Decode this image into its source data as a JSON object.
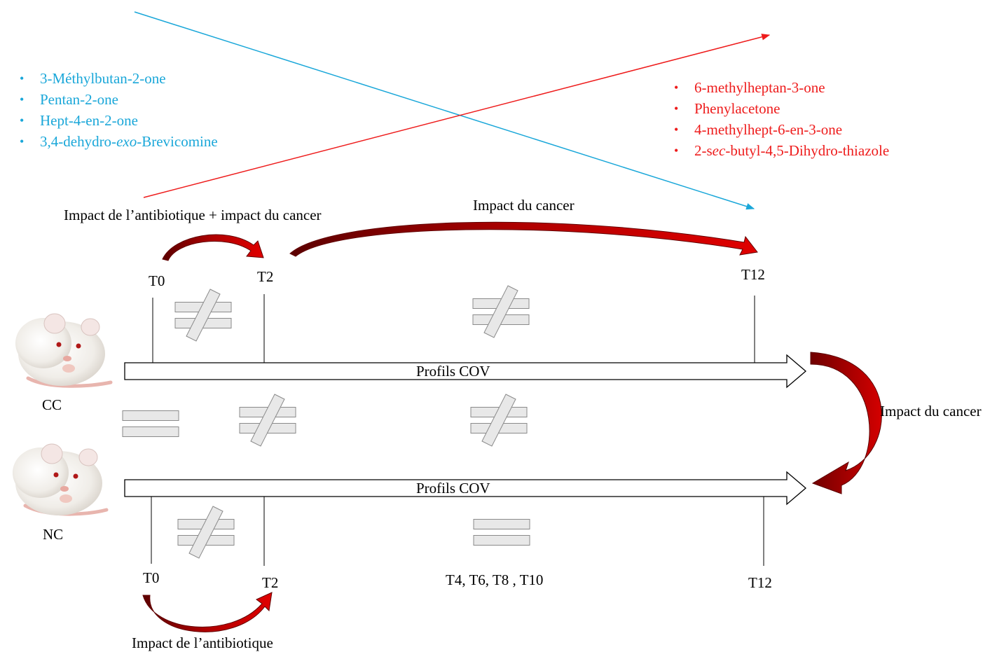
{
  "colors": {
    "blue": "#1aa7d9",
    "red": "#ee1c1c",
    "dark_red": "#8b0000",
    "symbol_gray": "#e8e8e8"
  },
  "blue_compounds": [
    {
      "pre": "3-Méthylbutan-2-one",
      "it": "",
      "post": ""
    },
    {
      "pre": "Pentan-2-one",
      "it": "",
      "post": ""
    },
    {
      "pre": "Hept-4-en-2-one",
      "it": "",
      "post": ""
    },
    {
      "pre": "3,4-dehydro-",
      "it": "exo",
      "post": "-Brevicomine"
    }
  ],
  "red_compounds": [
    {
      "pre": "6-methylheptan-3-one",
      "it": "",
      "post": ""
    },
    {
      "pre": "Phenylacetone",
      "it": "",
      "post": ""
    },
    {
      "pre": "4-methylhept-6-en-3-one",
      "it": "",
      "post": ""
    },
    {
      "pre": "2-s",
      "it": "ec",
      "post": "-butyl-4,5-Dihydro-thiazole"
    }
  ],
  "labels": {
    "impact_antibio_cancer": "Impact de l’antibiotique + impact du cancer",
    "impact_cancer_top": "Impact du cancer",
    "impact_cancer_side": "Impact du cancer",
    "impact_antibio": "Impact de l’antibiotique",
    "profils_cc": "Profils COV",
    "profils_nc": "Profils COV",
    "group_cc": "CC",
    "group_nc": "NC",
    "cc_t0": "T0",
    "cc_t2": "T2",
    "cc_t12": "T12",
    "nc_t0": "T0",
    "nc_t2": "T2",
    "nc_mid": "T4, T6, T8 , T10",
    "nc_t12": "T12"
  },
  "symbols": [
    "not-equal",
    "not-equal",
    "equal",
    "not-equal",
    "not-equal",
    "not-equal",
    "equal"
  ]
}
